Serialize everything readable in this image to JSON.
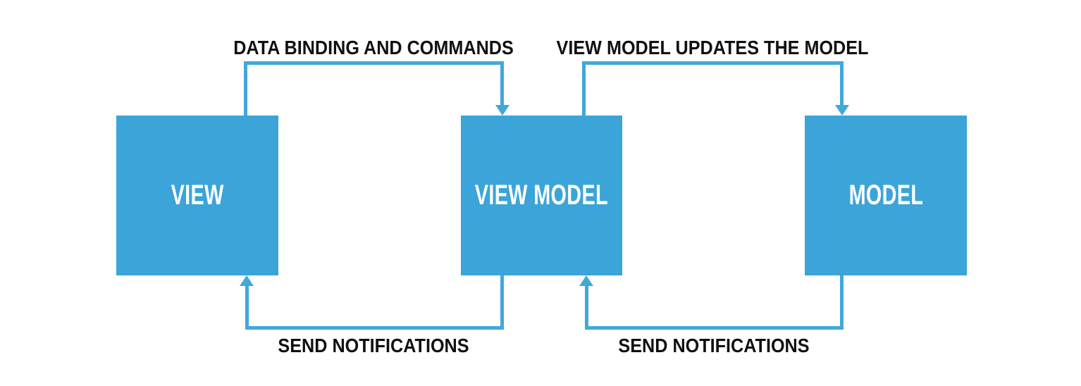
{
  "diagram": {
    "type": "mvvm-architecture-pattern",
    "background": "#ffffff",
    "colors": {
      "box_fill": "#3ba4d9",
      "box_text": "#ffffff",
      "arrow_line": "#42a7db",
      "label_text": "#101010"
    },
    "boxes": [
      {
        "id": "view",
        "label": "VIEW"
      },
      {
        "id": "view-model",
        "label": "VIEW MODEL"
      },
      {
        "id": "model",
        "label": "MODEL"
      }
    ],
    "arrows": [
      {
        "from": "view",
        "to": "view-model",
        "position": "top-left",
        "label": "DATA BINDING AND COMMANDS"
      },
      {
        "from": "view-model",
        "to": "model",
        "position": "top-right",
        "label": "VIEW MODEL UPDATES THE MODEL"
      },
      {
        "from": "view-model",
        "to": "view",
        "position": "bottom-left",
        "label": "SEND NOTIFICATIONS"
      },
      {
        "from": "model",
        "to": "view-model",
        "position": "bottom-right",
        "label": "SEND NOTIFICATIONS"
      }
    ]
  }
}
